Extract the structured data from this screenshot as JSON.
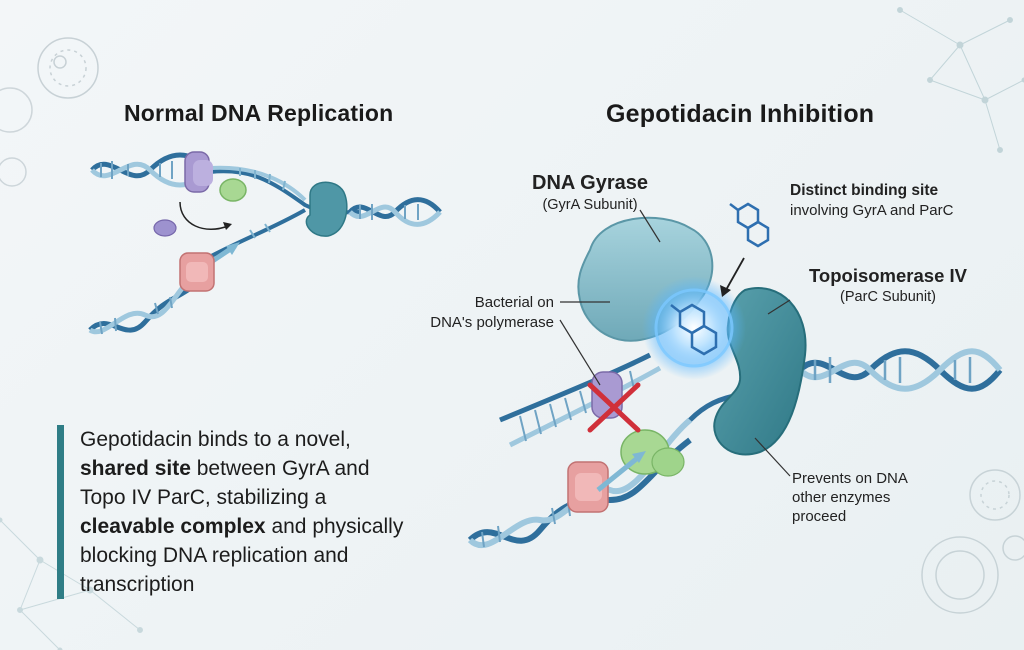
{
  "titles": {
    "left": "Normal DNA Replication",
    "right": "Gepotidacin Inhibition"
  },
  "labels": {
    "gyrase_title": "DNA Gyrase",
    "gyrase_sub": "(GyrA Subunit)",
    "binding_site_title": "Distinct binding site",
    "binding_site_sub": "involving GyrA and ParC",
    "topo_title": "Topoisomerase IV",
    "topo_sub": "(ParC Subunit)",
    "polymerase_line1": "Bacterial on",
    "polymerase_line2": "DNA's polymerase",
    "prevents_line1": "Prevents on DNA",
    "prevents_line2": "other enzymes",
    "prevents_line3": "proceed"
  },
  "callout": {
    "part1": "Gepotidacin binds to a novel, ",
    "bold1": "shared site",
    "part2": " between GyrA and Topo IV ParC, stabilizing a ",
    "bold2": "cleavable complex",
    "part3": " and physically blocking DNA replication and transcription"
  },
  "colors": {
    "accent": "#2f7d86",
    "helix": "#2f6f9c",
    "helix_light": "#9fc8de",
    "gyrase": "#8fc3cf",
    "topo": "#3f8d9b",
    "glow": "#4fb3ff",
    "block_x": "#d0303a",
    "helicase": "#a99ad2",
    "primase": "#9fd48b",
    "polymerase": "#e7a0a0"
  },
  "icons": [
    "cell-icon",
    "network-icon",
    "molecule-icon",
    "arrow-icon",
    "x-mark-icon"
  ]
}
